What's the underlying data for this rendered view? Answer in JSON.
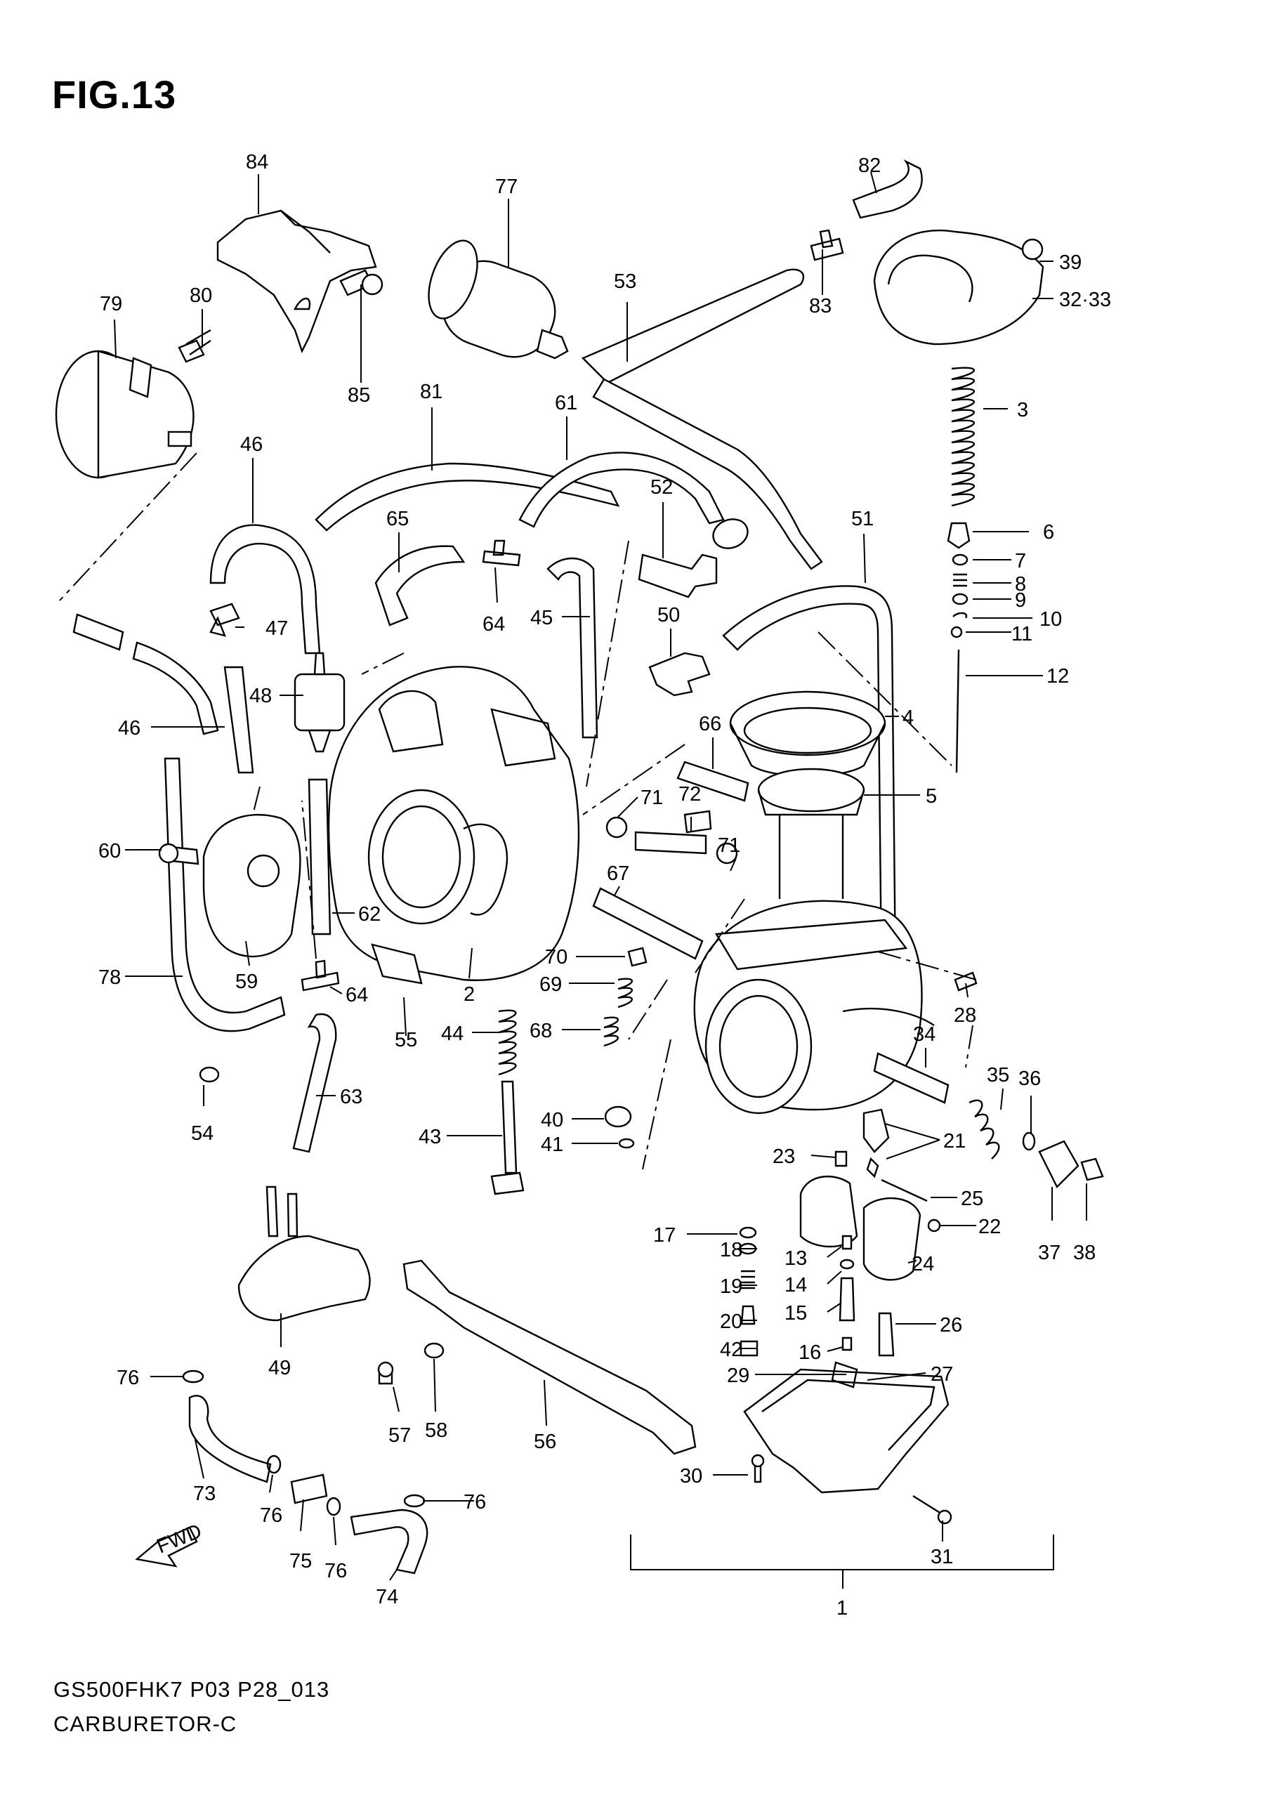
{
  "figure": {
    "title": "FIG.13",
    "footer_code": "GS500FHK7 P03 P28_013",
    "footer_name": "CARBURETOR-C",
    "fwd_label": "FWD"
  },
  "callouts": [
    "84",
    "77",
    "82",
    "39",
    "32·33",
    "79",
    "80",
    "83",
    "53",
    "85",
    "81",
    "61",
    "3",
    "46",
    "52",
    "65",
    "51",
    "6",
    "7",
    "8",
    "9",
    "10",
    "11",
    "47",
    "64",
    "45",
    "50",
    "12",
    "48",
    "66",
    "4",
    "46",
    "71",
    "72",
    "5",
    "60",
    "71",
    "67",
    "62",
    "70",
    "78",
    "59",
    "64",
    "2",
    "69",
    "28",
    "34",
    "55",
    "44",
    "68",
    "35",
    "36",
    "54",
    "63",
    "40",
    "43",
    "41",
    "21",
    "23",
    "25",
    "22",
    "17",
    "37",
    "38",
    "18",
    "13",
    "24",
    "19",
    "14",
    "20",
    "15",
    "26",
    "42",
    "16",
    "76",
    "29",
    "27",
    "57",
    "58",
    "56",
    "30",
    "73",
    "76",
    "76",
    "75",
    "76",
    "74",
    "31",
    "1",
    "49"
  ]
}
